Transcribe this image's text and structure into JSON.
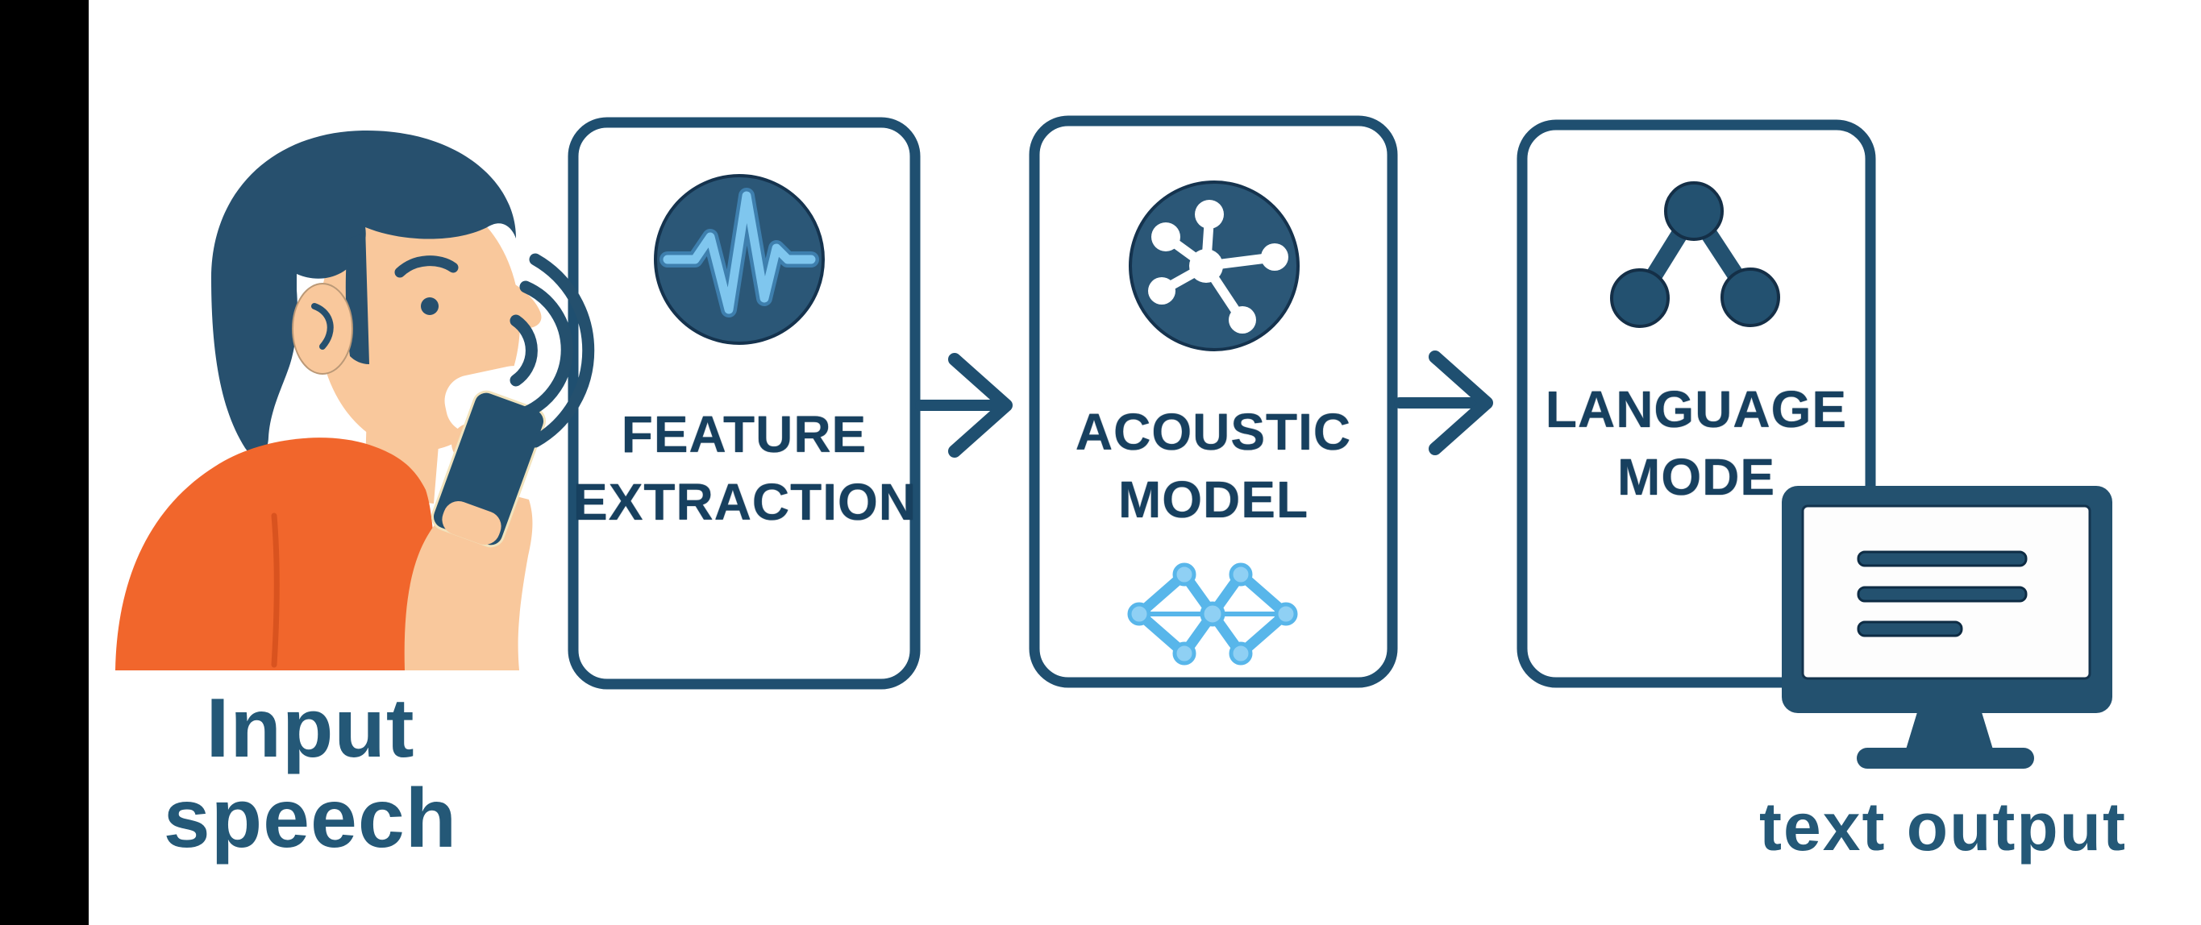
{
  "diagram": {
    "input": {
      "label_lines": [
        "Input",
        "speech"
      ],
      "icon": "speaking-person-with-phone-illustration"
    },
    "stages": [
      {
        "label_lines": [
          "FEATURE",
          "EXTRACTION"
        ],
        "icon": "waveform-icon"
      },
      {
        "label_lines": [
          "ACOUSTIC",
          "MODEL"
        ],
        "icon": "molecule-network-icon",
        "secondary_icon": "lattice-graph-icon"
      },
      {
        "label_lines": [
          "LANGUAGE",
          "MODE"
        ],
        "icon": "node-tree-icon"
      }
    ],
    "output": {
      "label": "text output",
      "icon": "monitor-icon"
    },
    "colors": {
      "navy": "#1f4f70",
      "icon_circle_fill": "#2b5777",
      "box_text": "#17405f",
      "caption_text": "#245877",
      "waveform_blue": "#7fc6ee",
      "lattice_blue": "#58b6ea",
      "shirt_orange": "#f1662c",
      "skin": "#f9c89c",
      "background": "#ffffff",
      "letterbox": "#000000"
    }
  }
}
